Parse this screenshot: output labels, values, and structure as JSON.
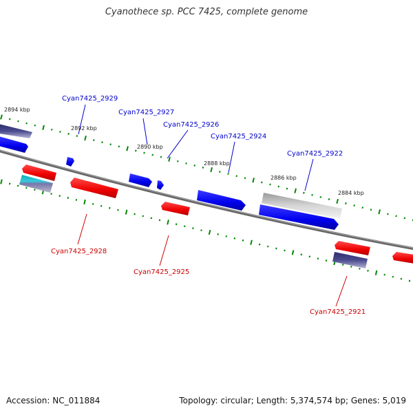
{
  "title": "Cyanothece sp. PCC 7425, complete genome",
  "footer": {
    "accession": "Accession: NC_011884",
    "stats": "Topology: circular; Length: 5,374,574 bp; Genes: 5,019"
  },
  "colors": {
    "plus_strand": "#0000ee",
    "minus_strand": "#ee0000",
    "tick": "#008800",
    "backbone": "#777777"
  },
  "scale_labels": [
    "2894 kbp",
    "2892 kbp",
    "2890 kbp",
    "2888 kbp",
    "2886 kbp",
    "2884 kbp"
  ],
  "gene_labels_plus": [
    "Cyan7425_2929",
    "Cyan7425_2927",
    "Cyan7425_2926",
    "Cyan7425_2924",
    "Cyan7425_2922"
  ],
  "gene_labels_minus": [
    "Cyan7425_2928",
    "Cyan7425_2925",
    "Cyan7425_2921"
  ]
}
